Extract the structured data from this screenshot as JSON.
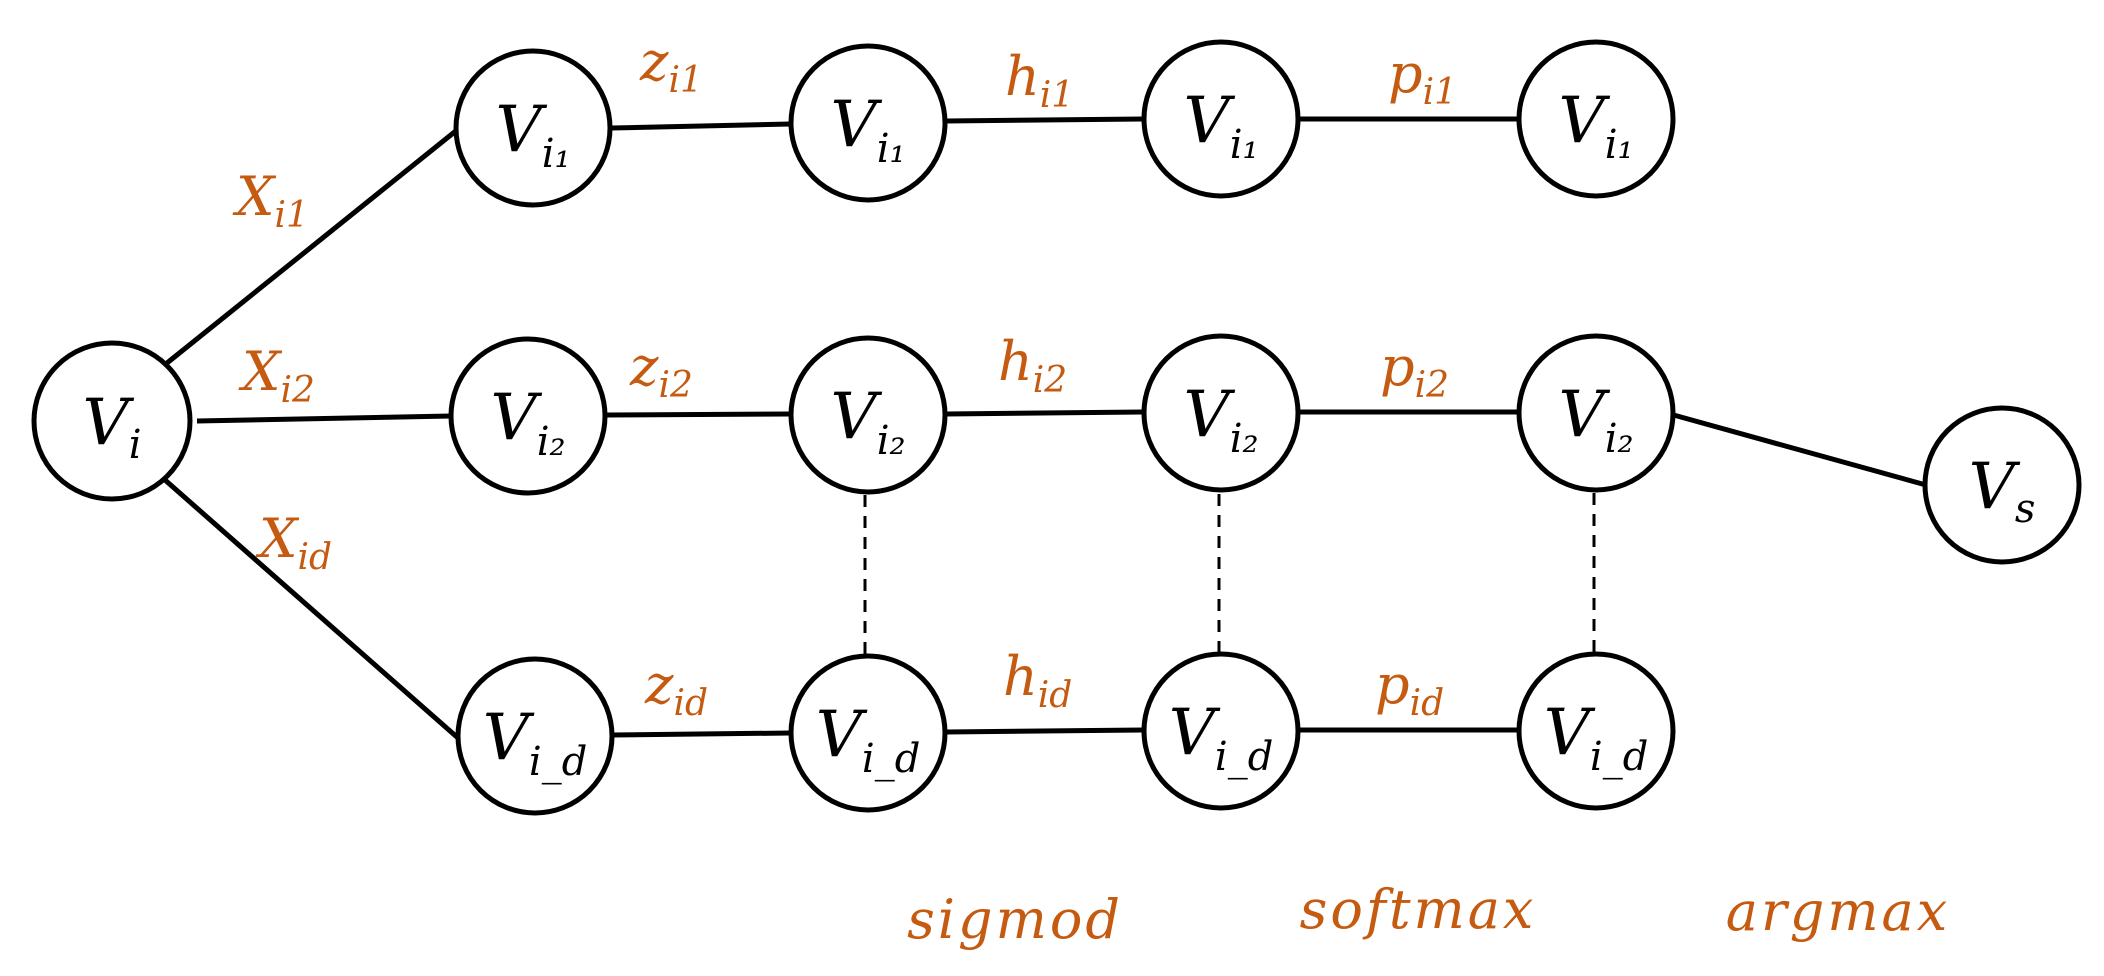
{
  "colors": {
    "accent": "#C55A11",
    "stroke": "#000000",
    "fill": "#FFFFFF"
  },
  "nodes": {
    "vi": {
      "main": "V",
      "sub": "i"
    },
    "vi1a": {
      "main": "V",
      "sub": "i₁"
    },
    "vi1b": {
      "main": "V",
      "sub": "i₁"
    },
    "vi1c": {
      "main": "V",
      "sub": "i₁"
    },
    "vi1d": {
      "main": "V",
      "sub": "i₁"
    },
    "vi2a": {
      "main": "V",
      "sub": "i₂"
    },
    "vi2b": {
      "main": "V",
      "sub": "i₂"
    },
    "vi2c": {
      "main": "V",
      "sub": "i₂"
    },
    "vi2d": {
      "main": "V",
      "sub": "i₂"
    },
    "vida": {
      "main": "V",
      "sub": "i_d"
    },
    "vidb": {
      "main": "V",
      "sub": "i_d"
    },
    "vidc": {
      "main": "V",
      "sub": "i_d"
    },
    "vidd": {
      "main": "V",
      "sub": "i_d"
    },
    "vs": {
      "main": "V",
      "sub": "s"
    }
  },
  "edge_labels": {
    "xi1": {
      "main": "X",
      "sub": "i1"
    },
    "xi2": {
      "main": "X",
      "sub": "i2"
    },
    "xid": {
      "main": "X",
      "sub": "id"
    },
    "zi1": {
      "main": "z",
      "sub": "i1"
    },
    "zi2": {
      "main": "z",
      "sub": "i2"
    },
    "zid": {
      "main": "z",
      "sub": "id"
    },
    "hi1": {
      "main": "h",
      "sub": "i1"
    },
    "hi2": {
      "main": "h",
      "sub": "i2"
    },
    "hid": {
      "main": "h",
      "sub": "id"
    },
    "pi1": {
      "main": "p",
      "sub": "i1"
    },
    "pi2": {
      "main": "p",
      "sub": "i2"
    },
    "pid": {
      "main": "p",
      "sub": "id"
    }
  },
  "operations": {
    "sigmod": "sigmod",
    "softmax": "softmax",
    "argmax": "argmax"
  }
}
